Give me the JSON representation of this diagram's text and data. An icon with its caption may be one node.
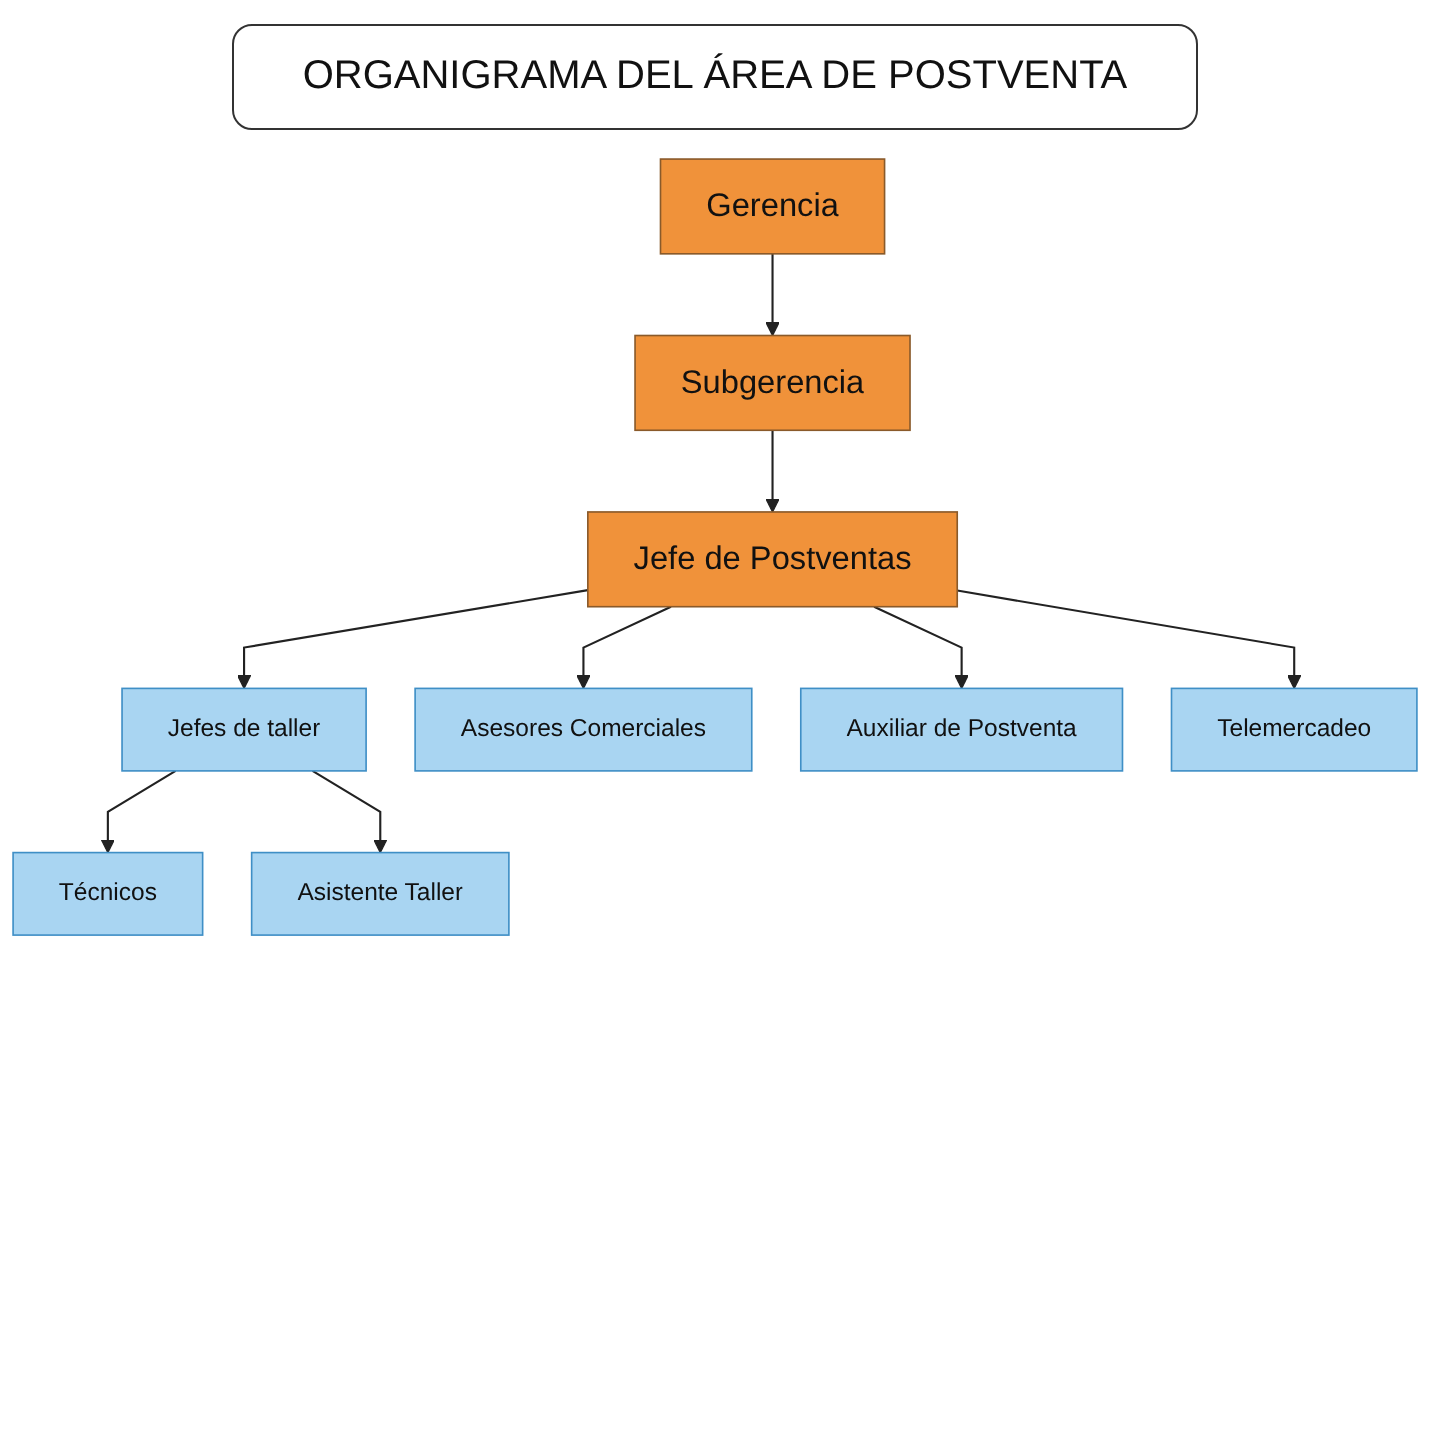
{
  "diagram": {
    "title": "ORGANIGRAMA DEL ÁREA DE POSTVENTA",
    "nodes": [
      {
        "text": [
          "Gerencia"
        ]
      },
      {
        "text": [
          "Subgerencia"
        ]
      },
      {
        "text": [
          "Jefe de Postventas"
        ]
      },
      {
        "text": [
          "Jefes de taller"
        ]
      },
      {
        "text": [
          "Asesores Comerciales"
        ]
      },
      {
        "text": [
          "Auxiliar de Postventa"
        ]
      },
      {
        "text": [
          "Telemercadeo"
        ]
      },
      {
        "text": [
          "Técnicos"
        ]
      },
      {
        "text": [
          "Asistente Taller"
        ]
      }
    ],
    "edges": [
      {
        "from": 0,
        "to": 1,
        "arrow": "to"
      },
      {
        "from": 1,
        "to": 2,
        "arrow": "to"
      },
      {
        "from": 2,
        "to": 3,
        "arrow": "to"
      },
      {
        "from": 2,
        "to": 4,
        "arrow": "to"
      },
      {
        "from": 2,
        "to": 5,
        "arrow": "to"
      },
      {
        "from": 2,
        "to": 6,
        "arrow": "to"
      },
      {
        "from": 3,
        "to": 7,
        "arrow": "to"
      },
      {
        "from": 3,
        "to": 8,
        "arrow": "to"
      }
    ]
  }
}
